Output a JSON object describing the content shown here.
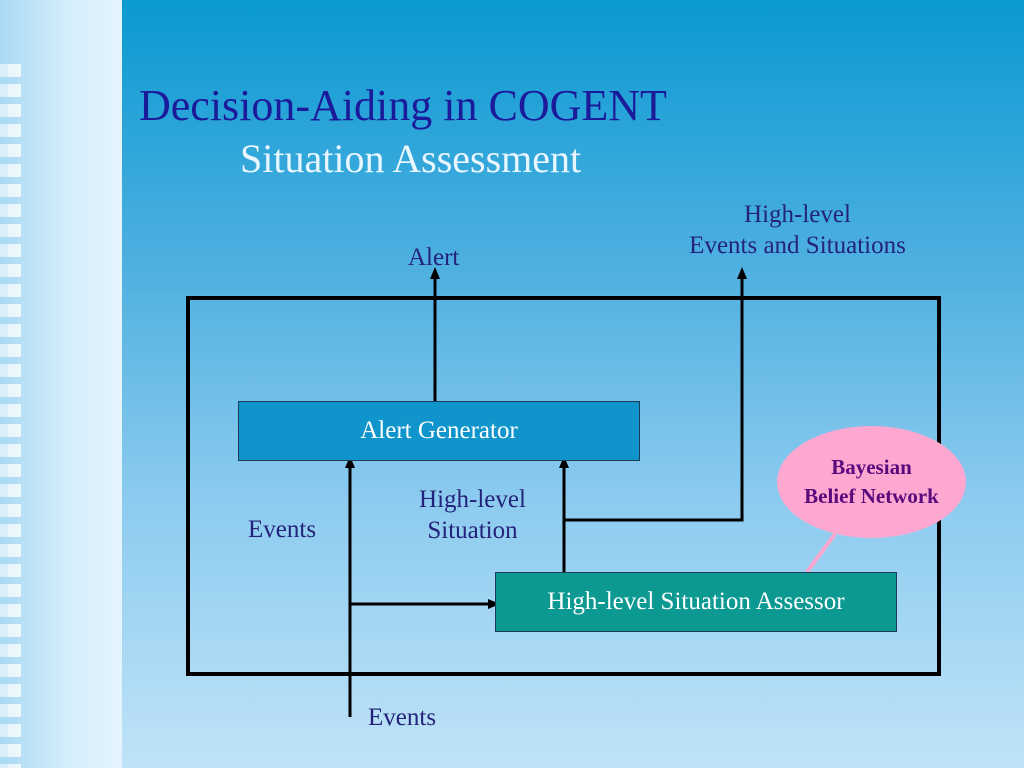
{
  "slide": {
    "title": "Decision-Aiding in COGENT",
    "subtitle": "Situation Assessment"
  },
  "diagram": {
    "nodes": {
      "alert_generator": "Alert Generator",
      "situation_assessor": "High-level Situation Assessor",
      "bayesian_line1": "Bayesian",
      "bayesian_line2": "Belief Network"
    },
    "labels": {
      "alert": "Alert",
      "high_level_events_line1": "High-level",
      "high_level_events_line2": "Events and Situations",
      "high_level_situation_line1": "High-level",
      "high_level_situation_line2": "Situation",
      "events_inner": "Events",
      "events_bottom": "Events"
    },
    "colors": {
      "alert_generator_fill": "#1094cc",
      "assessor_fill": "#0c9992",
      "bubble_fill": "#fda7d1",
      "text": "#24227a",
      "title": "#1a1a9a"
    }
  }
}
